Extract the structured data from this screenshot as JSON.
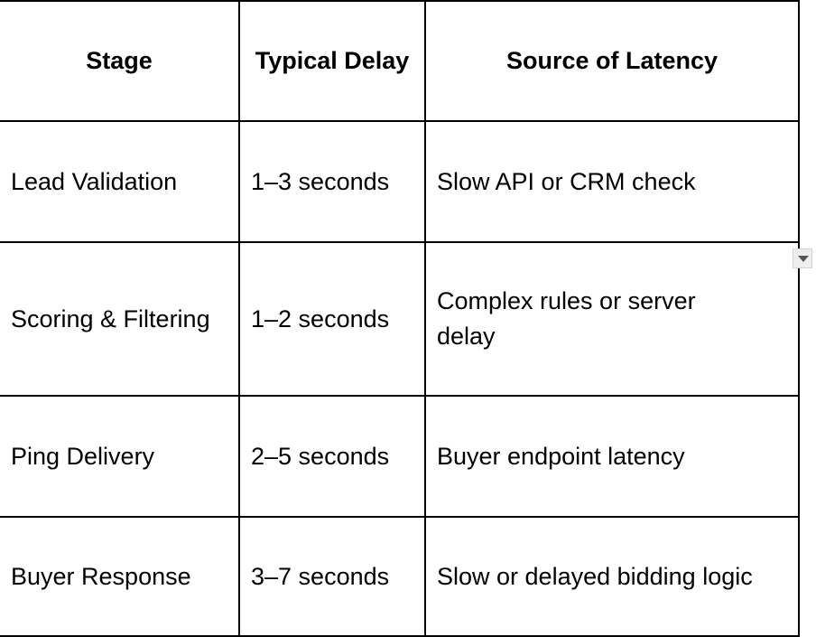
{
  "table": {
    "headers": [
      "Stage",
      "Typical Delay",
      "Source of Latency"
    ],
    "rows": [
      [
        "Lead Validation",
        "1–3 seconds",
        "Slow API or CRM check"
      ],
      [
        "Scoring & Filtering",
        "1–2 seconds",
        "Complex rules or server delay"
      ],
      [
        "Ping Delivery",
        "2–5 seconds",
        "Buyer endpoint latency"
      ],
      [
        "Buyer Response",
        "3–7 seconds",
        "Slow or delayed bidding logic"
      ]
    ]
  },
  "icons": {
    "cell_dropdown": "chevron-down-icon"
  }
}
